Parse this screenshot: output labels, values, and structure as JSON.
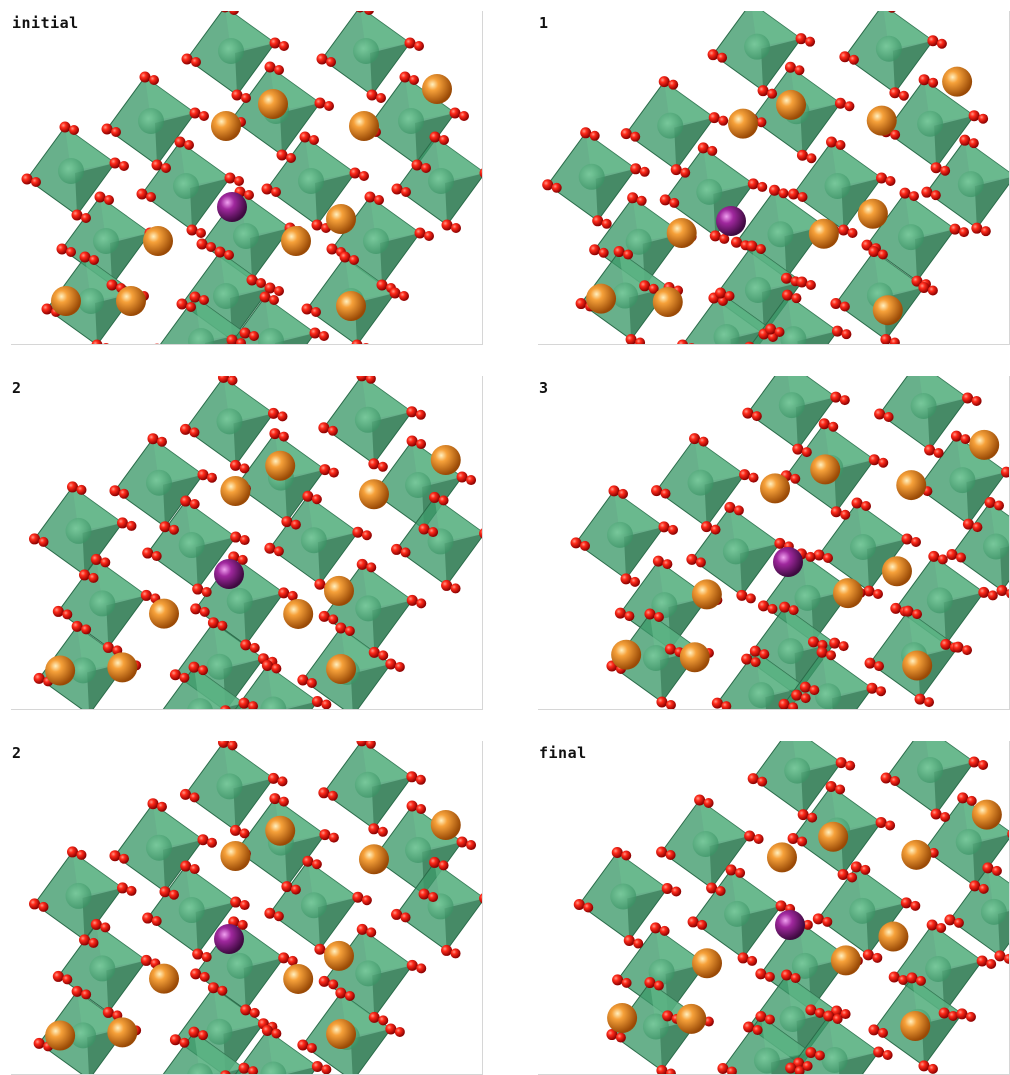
{
  "panels": [
    {
      "label": "initial"
    },
    {
      "label": "1"
    },
    {
      "label": "2"
    },
    {
      "label": "3"
    },
    {
      "label": "2"
    },
    {
      "label": "final"
    }
  ],
  "colors": {
    "octahedron_fill": "#3e9a6a",
    "octahedron_light": "#6cc192",
    "octahedron_dark": "#2a6b49",
    "oxygen": "#e00d0d",
    "cation_orange": "#ee8a1c",
    "dopant_purple": "#8a1d8c"
  }
}
